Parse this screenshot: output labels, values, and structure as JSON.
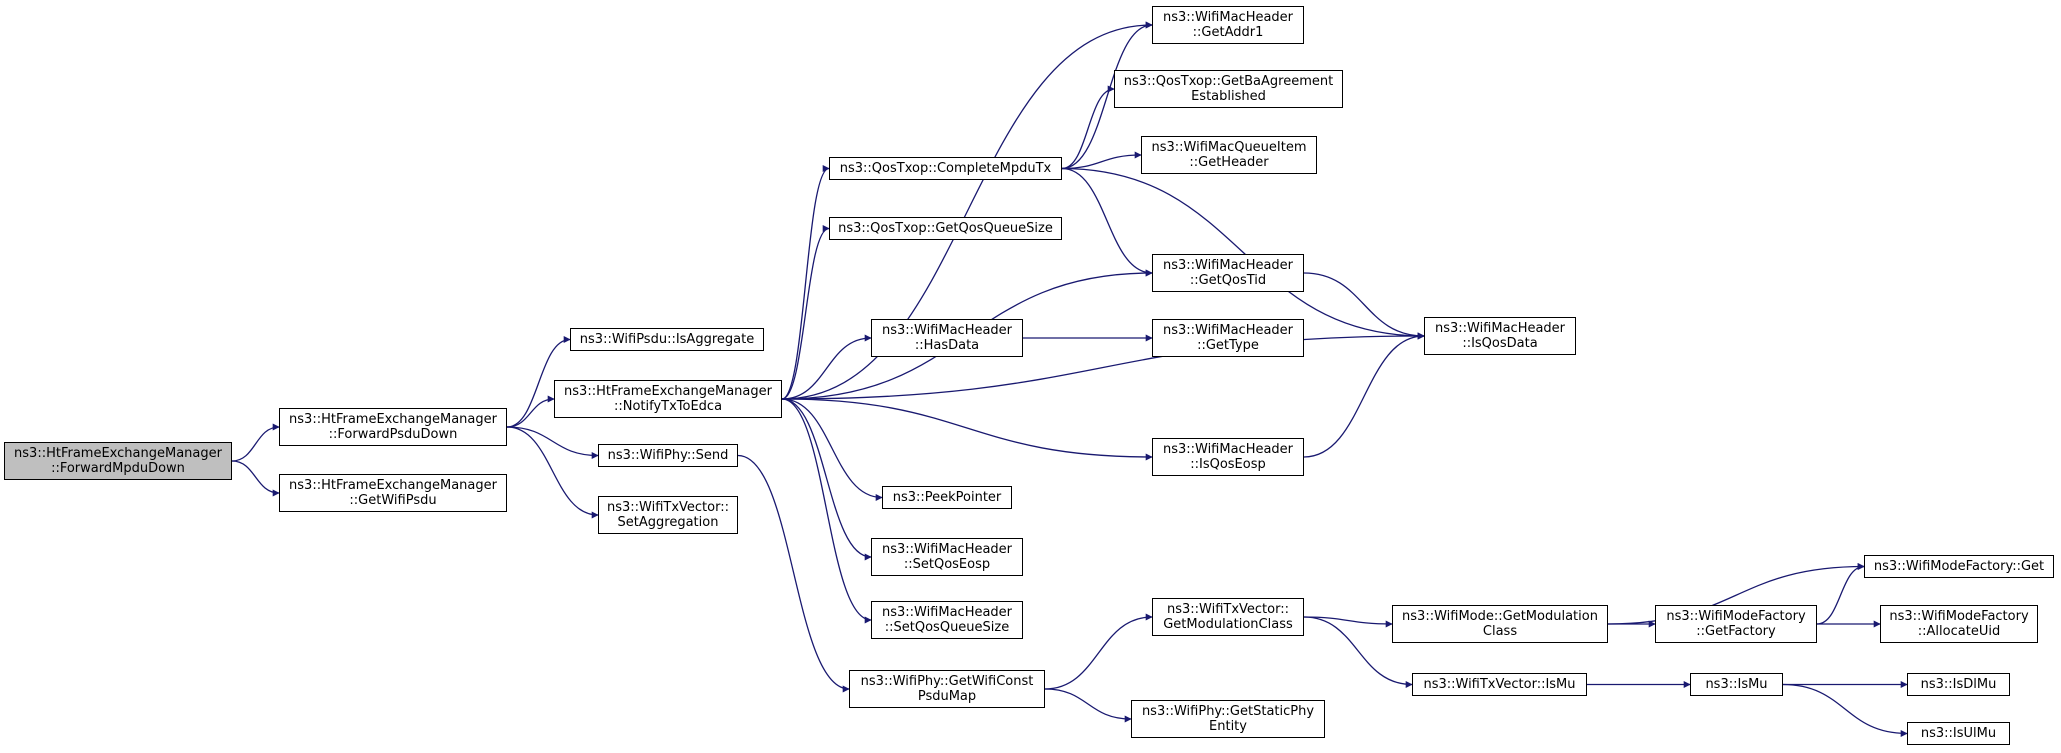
{
  "colors": {
    "edge": "#191970",
    "root_fill": "#bfbfbf",
    "node_fill": "#ffffff"
  },
  "nodes": {
    "root": [
      "ns3::HtFrameExchangeManager",
      "::ForwardMpduDown"
    ],
    "forward_psdu_down": [
      "ns3::HtFrameExchangeManager",
      "::ForwardPsduDown"
    ],
    "get_wifi_psdu": [
      "ns3::HtFrameExchangeManager",
      "::GetWifiPsdu"
    ],
    "is_aggregate": [
      "ns3::WifiPsdu::IsAggregate"
    ],
    "notify_tx_to_edca": [
      "ns3::HtFrameExchangeManager",
      "::NotifyTxToEdca"
    ],
    "wifi_phy_send": [
      "ns3::WifiPhy::Send"
    ],
    "set_aggregation": [
      "ns3::WifiTxVector::",
      "SetAggregation"
    ],
    "complete_mpdu_tx": [
      "ns3::QosTxop::CompleteMpduTx"
    ],
    "get_qos_queue_size": [
      "ns3::QosTxop::GetQosQueueSize"
    ],
    "has_data": [
      "ns3::WifiMacHeader",
      "::HasData"
    ],
    "peek_pointer": [
      "ns3::PeekPointer"
    ],
    "set_qos_eosp": [
      "ns3::WifiMacHeader",
      "::SetQosEosp"
    ],
    "set_qos_queue_size": [
      "ns3::WifiMacHeader",
      "::SetQosQueueSize"
    ],
    "get_wifi_const_psdu_map": [
      "ns3::WifiPhy::GetWifiConst",
      "PsduMap"
    ],
    "get_addr1": [
      "ns3::WifiMacHeader",
      "::GetAddr1"
    ],
    "get_ba_agreement": [
      "ns3::QosTxop::GetBaAgreement",
      "Established"
    ],
    "queue_item_get_header": [
      "ns3::WifiMacQueueItem",
      "::GetHeader"
    ],
    "get_qos_tid": [
      "ns3::WifiMacHeader",
      "::GetQosTid"
    ],
    "get_type": [
      "ns3::WifiMacHeader",
      "::GetType"
    ],
    "is_qos_eosp": [
      "ns3::WifiMacHeader",
      "::IsQosEosp"
    ],
    "is_qos_data": [
      "ns3::WifiMacHeader",
      "::IsQosData"
    ],
    "get_modulation_class_tx": [
      "ns3::WifiTxVector::",
      "GetModulationClass"
    ],
    "get_static_phy_entity": [
      "ns3::WifiPhy::GetStaticPhy",
      "Entity"
    ],
    "mode_get_modulation_class": [
      "ns3::WifiMode::GetModulation",
      "Class"
    ],
    "tx_vector_is_mu": [
      "ns3::WifiTxVector::IsMu"
    ],
    "get_factory": [
      "ns3::WifiModeFactory",
      "::GetFactory"
    ],
    "is_mu": [
      "ns3::IsMu"
    ],
    "mode_factory_get": [
      "ns3::WifiModeFactory::Get"
    ],
    "allocate_uid": [
      "ns3::WifiModeFactory",
      "::AllocateUid"
    ],
    "is_dl_mu": [
      "ns3::IsDlMu"
    ],
    "is_ul_mu": [
      "ns3::IsUlMu"
    ]
  },
  "edges": [
    [
      "root",
      "forward_psdu_down"
    ],
    [
      "root",
      "get_wifi_psdu"
    ],
    [
      "forward_psdu_down",
      "is_aggregate"
    ],
    [
      "forward_psdu_down",
      "notify_tx_to_edca"
    ],
    [
      "forward_psdu_down",
      "wifi_phy_send"
    ],
    [
      "forward_psdu_down",
      "set_aggregation"
    ],
    [
      "notify_tx_to_edca",
      "complete_mpdu_tx"
    ],
    [
      "notify_tx_to_edca",
      "get_qos_queue_size"
    ],
    [
      "notify_tx_to_edca",
      "has_data"
    ],
    [
      "notify_tx_to_edca",
      "peek_pointer"
    ],
    [
      "notify_tx_to_edca",
      "set_qos_eosp"
    ],
    [
      "notify_tx_to_edca",
      "set_qos_queue_size"
    ],
    [
      "notify_tx_to_edca",
      "get_addr1"
    ],
    [
      "notify_tx_to_edca",
      "get_qos_tid"
    ],
    [
      "notify_tx_to_edca",
      "is_qos_data"
    ],
    [
      "notify_tx_to_edca",
      "is_qos_eosp"
    ],
    [
      "wifi_phy_send",
      "get_wifi_const_psdu_map"
    ],
    [
      "complete_mpdu_tx",
      "get_addr1"
    ],
    [
      "complete_mpdu_tx",
      "get_ba_agreement"
    ],
    [
      "complete_mpdu_tx",
      "queue_item_get_header"
    ],
    [
      "complete_mpdu_tx",
      "get_qos_tid"
    ],
    [
      "complete_mpdu_tx",
      "is_qos_data"
    ],
    [
      "has_data",
      "get_type"
    ],
    [
      "get_qos_tid",
      "is_qos_data"
    ],
    [
      "is_qos_eosp",
      "is_qos_data"
    ],
    [
      "get_wifi_const_psdu_map",
      "get_modulation_class_tx"
    ],
    [
      "get_wifi_const_psdu_map",
      "get_static_phy_entity"
    ],
    [
      "get_modulation_class_tx",
      "mode_get_modulation_class"
    ],
    [
      "get_modulation_class_tx",
      "tx_vector_is_mu"
    ],
    [
      "mode_get_modulation_class",
      "mode_factory_get"
    ],
    [
      "mode_get_modulation_class",
      "get_factory"
    ],
    [
      "get_factory",
      "mode_factory_get"
    ],
    [
      "get_factory",
      "allocate_uid"
    ],
    [
      "tx_vector_is_mu",
      "is_mu"
    ],
    [
      "is_mu",
      "is_dl_mu"
    ],
    [
      "is_mu",
      "is_ul_mu"
    ]
  ]
}
